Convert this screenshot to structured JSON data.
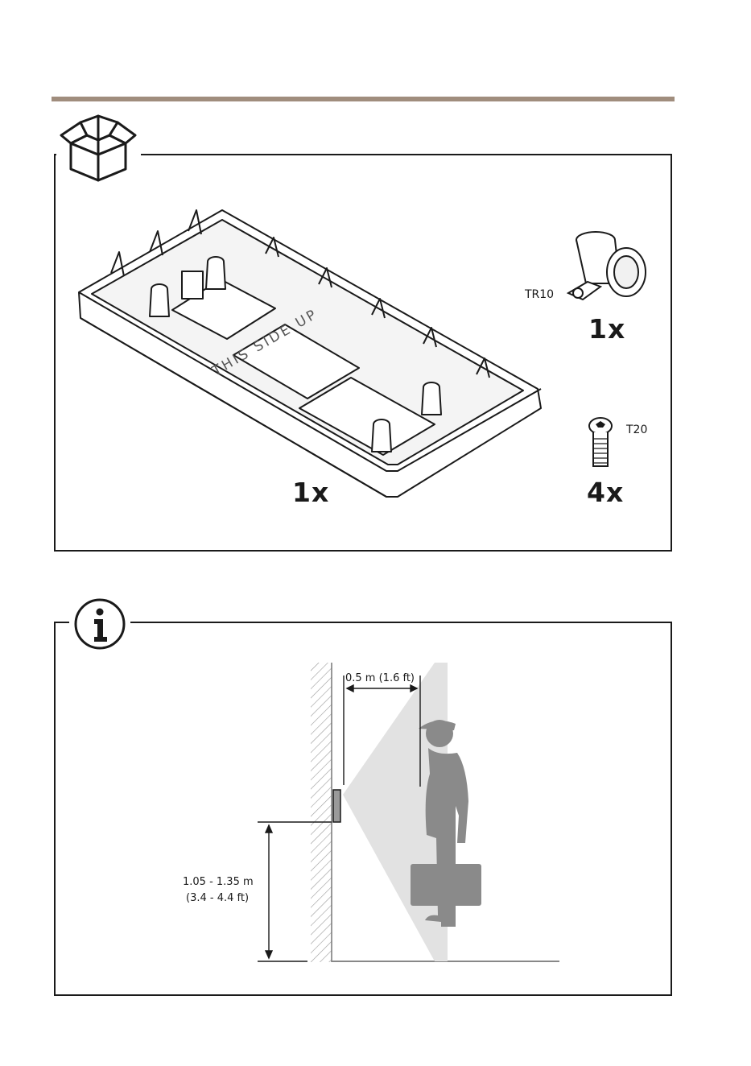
{
  "contents": {
    "tray_qty": "1x",
    "tray_text": "THIS SIDE UP",
    "connector_tool": "TR10",
    "connector_qty": "1x",
    "screw_tool": "T20",
    "screw_qty": "4x"
  },
  "info": {
    "distance_label": "0.5 m (1.6 ft)",
    "height_label_line1": "1.05 - 1.35 m",
    "height_label_line2": "(3.4 - 4.4 ft)"
  },
  "icons": [
    "box-icon",
    "info-icon"
  ],
  "colors": {
    "accent_bar": "#a08d7d",
    "person": "#8a8a8a",
    "field_of_view": "#e2e2e2"
  }
}
